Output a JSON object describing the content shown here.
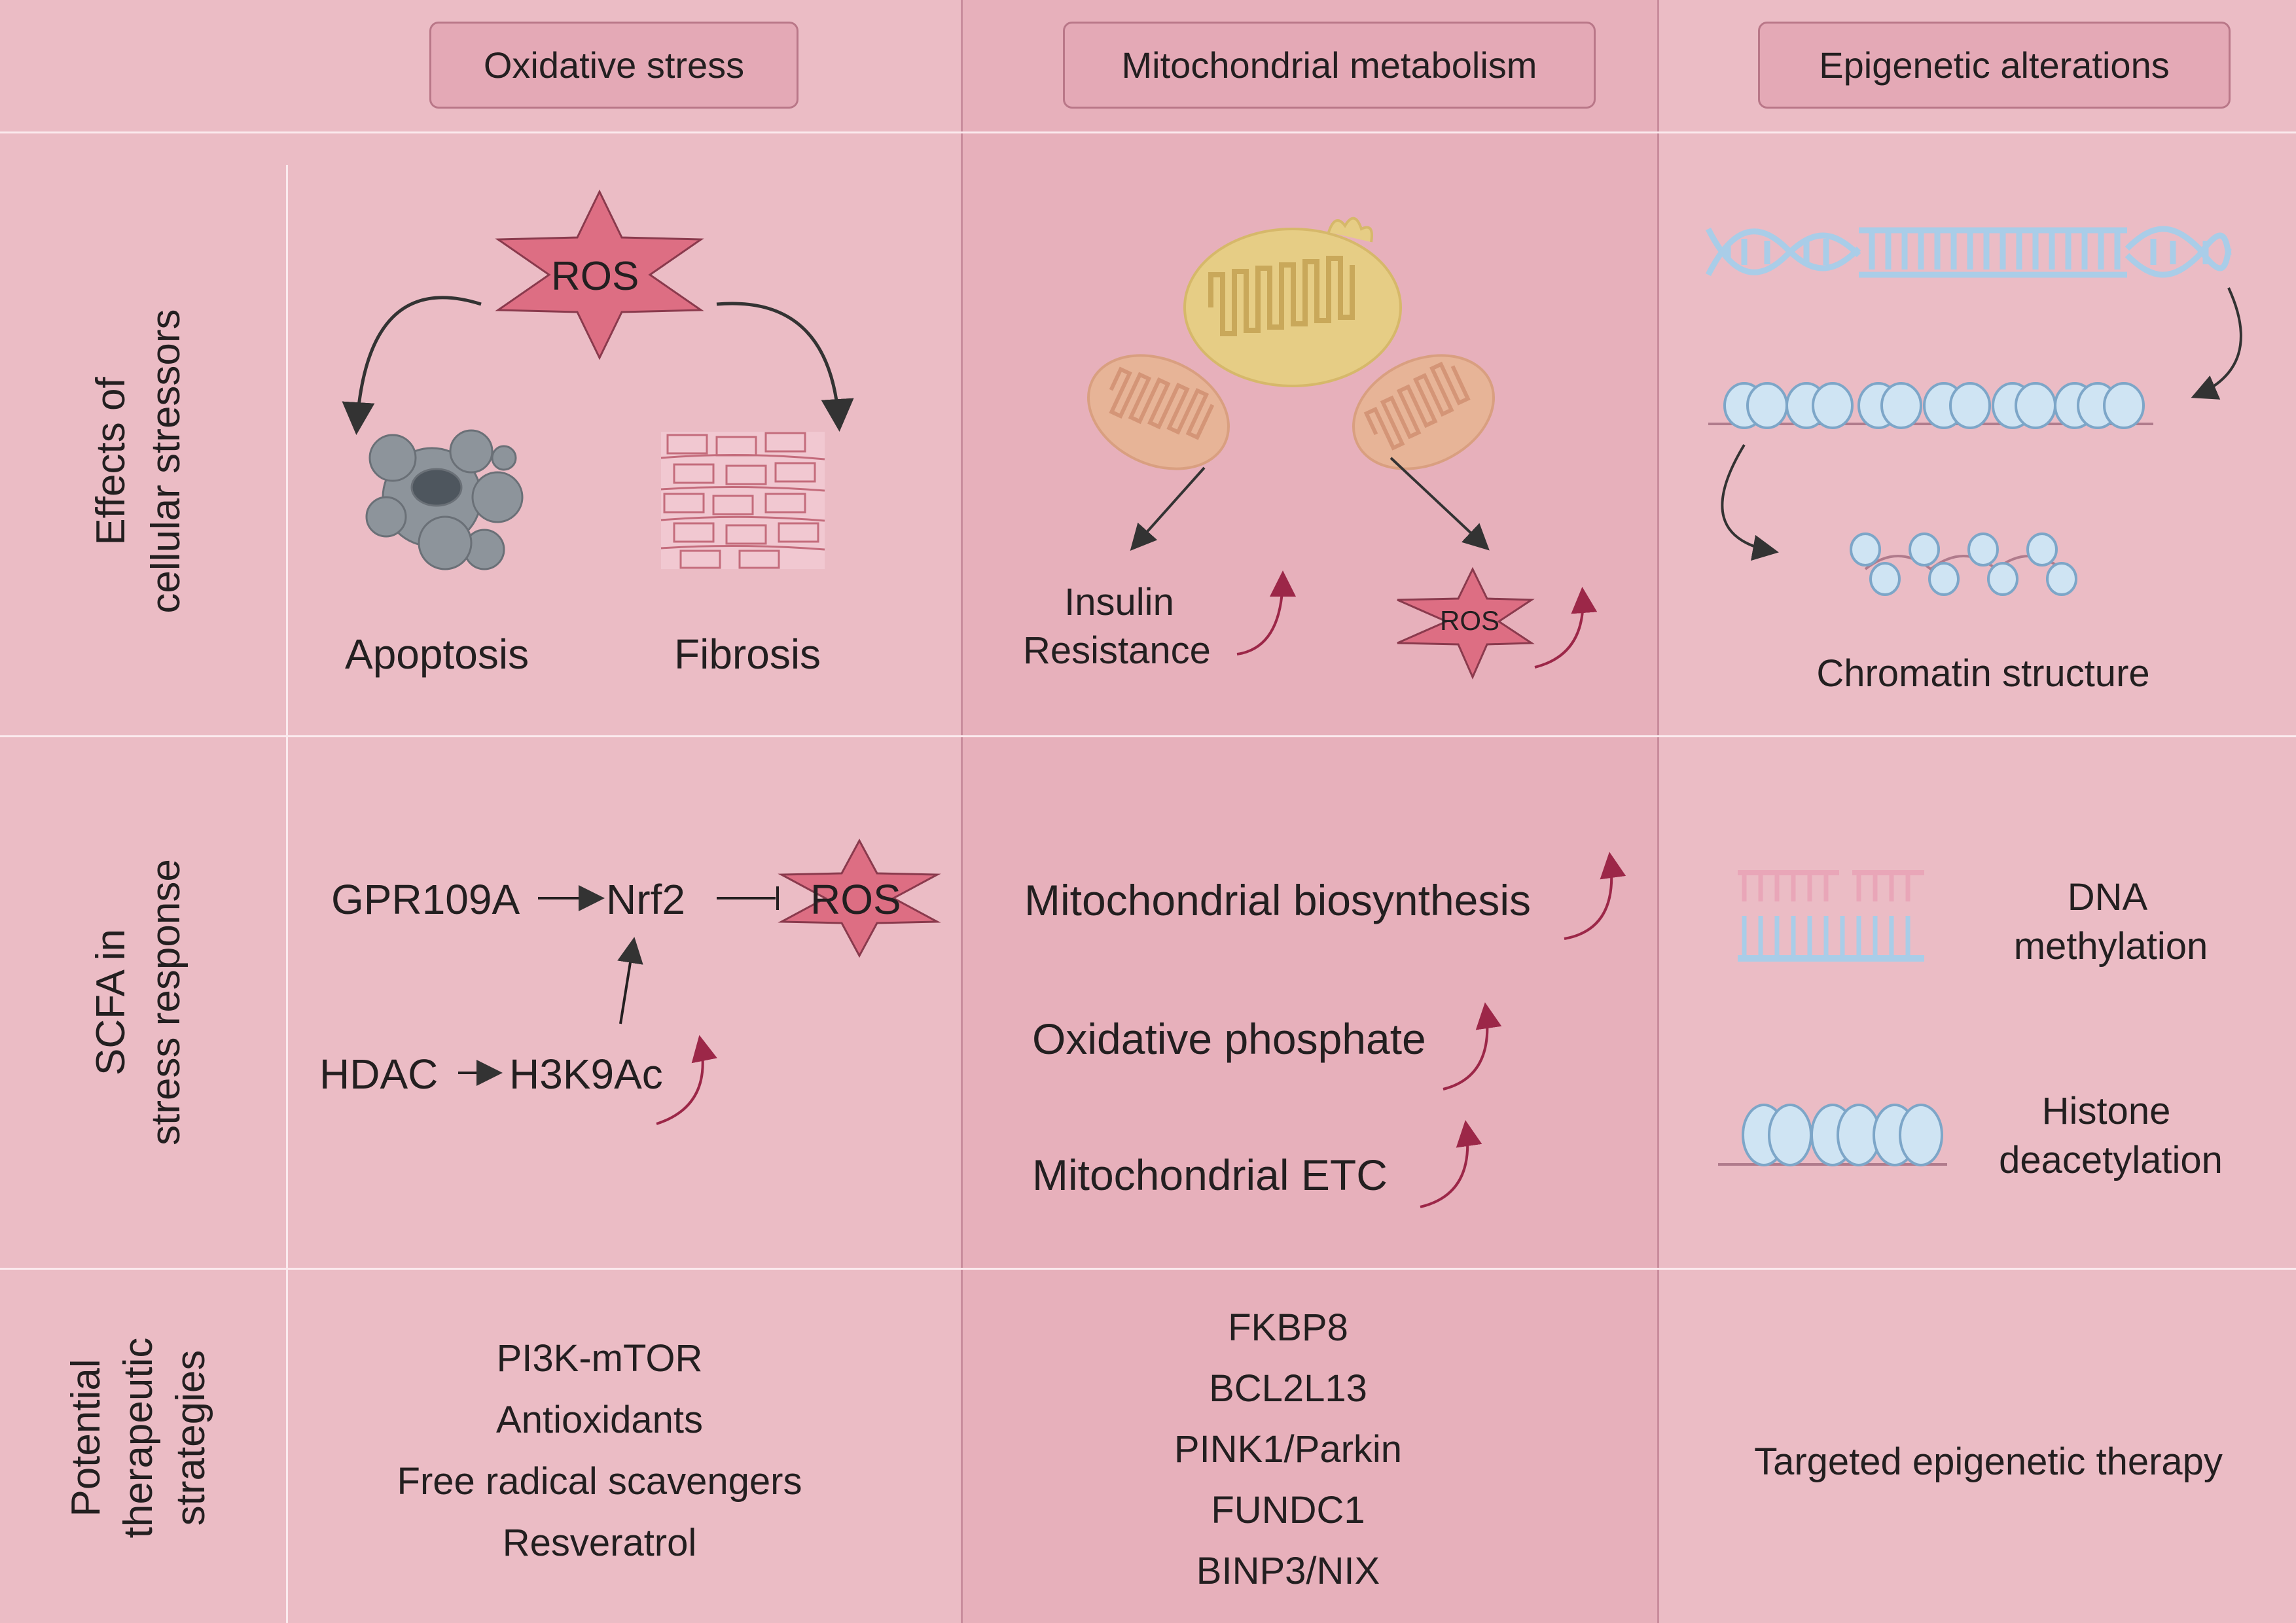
{
  "columns": {
    "oxidative": "Oxidative stress",
    "mitochondrial": "Mitochondrial metabolism",
    "epigenetic": "Epigenetic alterations"
  },
  "rows": {
    "effects": [
      "Effects of",
      "cellular stressors"
    ],
    "scfa": [
      "SCFA in",
      "stress response"
    ],
    "therapeutic": [
      "Potential",
      "therapeutic",
      "strategies"
    ]
  },
  "effects": {
    "ros": "ROS",
    "apoptosis": "Apoptosis",
    "fibrosis": "Fibrosis",
    "insulin": "Insulin",
    "resistance": "Resistance",
    "ros_small": "ROS",
    "chromatin": "Chromatin structure"
  },
  "scfa": {
    "gpr109a": "GPR109A",
    "nrf2": "Nrf2",
    "ros": "ROS",
    "hdac": "HDAC",
    "h3k9ac": "H3K9Ac",
    "mito_bio": "Mitochondrial biosynthesis",
    "ox_phos": "Oxidative phosphate",
    "mito_etc": "Mitochondrial ETC",
    "dna": "DNA",
    "methylation": "methylation",
    "histone": "Histone",
    "deacetylation": "deacetylation"
  },
  "therapy": {
    "oxidative": [
      "PI3K-mTOR",
      "Antioxidants",
      "Free radical scavengers",
      "Resveratrol"
    ],
    "mitochondrial": [
      "FKBP8",
      "BCL2L13",
      "PINK1/Parkin",
      "FUNDC1",
      "BINP3/NIX"
    ],
    "epigenetic": "Targeted epigenetic therapy"
  },
  "colors": {
    "background": "#ebbcc5",
    "middle_column": "#e7b0bb",
    "header_box": "#e4a9b6",
    "star_fill": "#dd6e83",
    "arrow_red": "#9c2748",
    "dna_blue": "#a9cde8",
    "mito_yellow": "#e6cd85",
    "mito_peach": "#e7b497"
  },
  "icons": {
    "ros": "star-burst",
    "apoptosis": "dying-cell",
    "fibrosis": "fibrotic-tissue",
    "mitochondria": "mitochondrion",
    "dna": "double-helix",
    "nucleosome": "nucleosome-array"
  }
}
